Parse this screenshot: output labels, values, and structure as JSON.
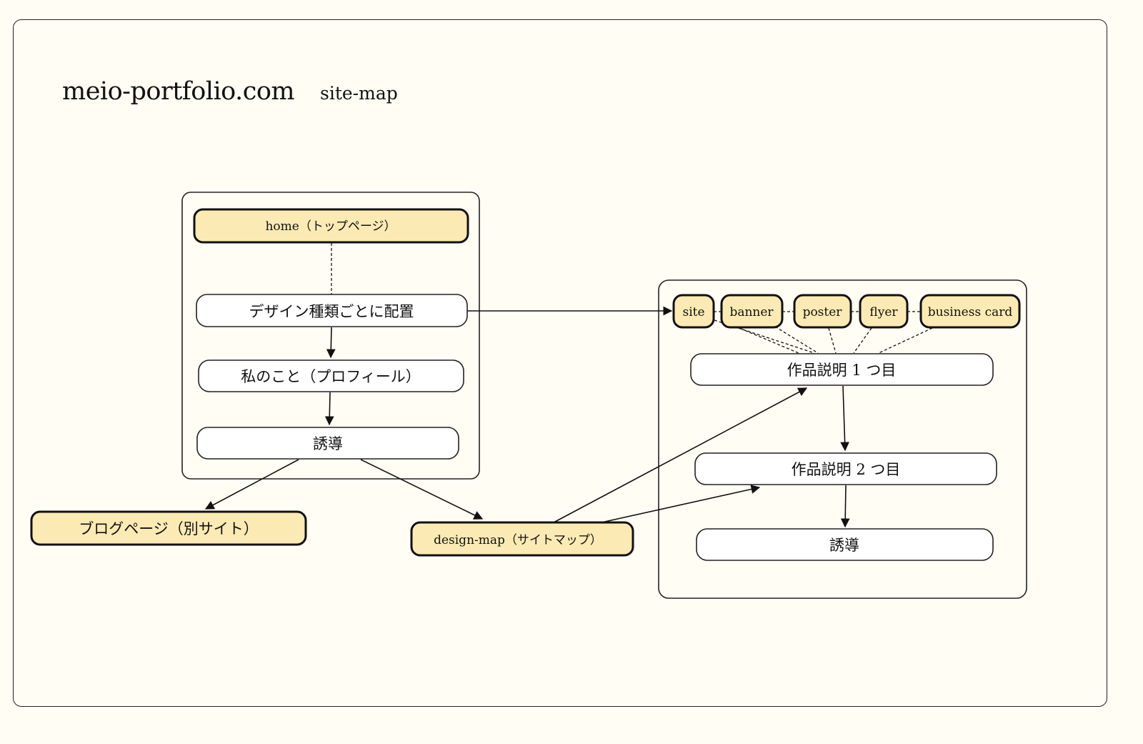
{
  "header": {
    "title": "meio-portfolio.com",
    "subtitle": "site-map"
  },
  "nodes": {
    "home": "home（トップページ）",
    "design_layout": "デザイン種類ごとに配置",
    "about": "私のこと（プロフィール）",
    "guide_1": "誘導",
    "blog": "ブログページ（別サイト）",
    "design_map": "design-map（サイトマップ）",
    "site": "site",
    "banner": "banner",
    "poster": "poster",
    "flyer": "flyer",
    "business_card": "business card",
    "work_1": "作品説明 1 つ目",
    "work_2": "作品説明 2 つ目",
    "guide_2": "誘導"
  },
  "colors": {
    "background": "#fffdf4",
    "highlight_node": "#fbeab3",
    "plain_node": "#ffffff",
    "stroke": "#111111"
  }
}
